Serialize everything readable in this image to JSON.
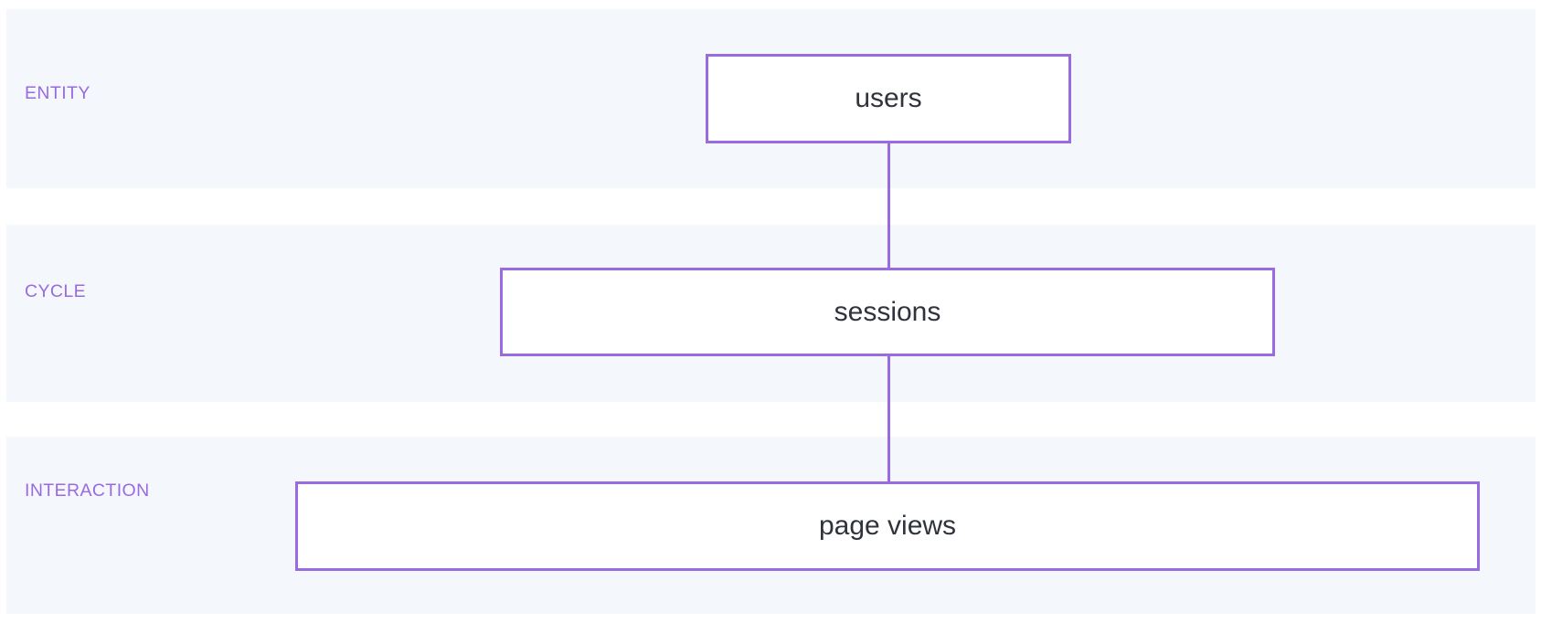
{
  "diagram": {
    "type": "hierarchy",
    "title": "",
    "colors": {
      "band_background": "#f4f7fc",
      "page_background": "#ffffff",
      "accent_purple": "#9a6ae0",
      "node_fill": "#ffffff",
      "node_text": "#2f333b"
    },
    "tiers": [
      {
        "label": "ENTITY",
        "node": {
          "label": "users"
        }
      },
      {
        "label": "CYCLE",
        "node": {
          "label": "sessions"
        }
      },
      {
        "label": "INTERACTION",
        "node": {
          "label": "page views"
        }
      }
    ],
    "connections": [
      {
        "from": "users",
        "to": "sessions"
      },
      {
        "from": "sessions",
        "to": "page views"
      }
    ]
  }
}
